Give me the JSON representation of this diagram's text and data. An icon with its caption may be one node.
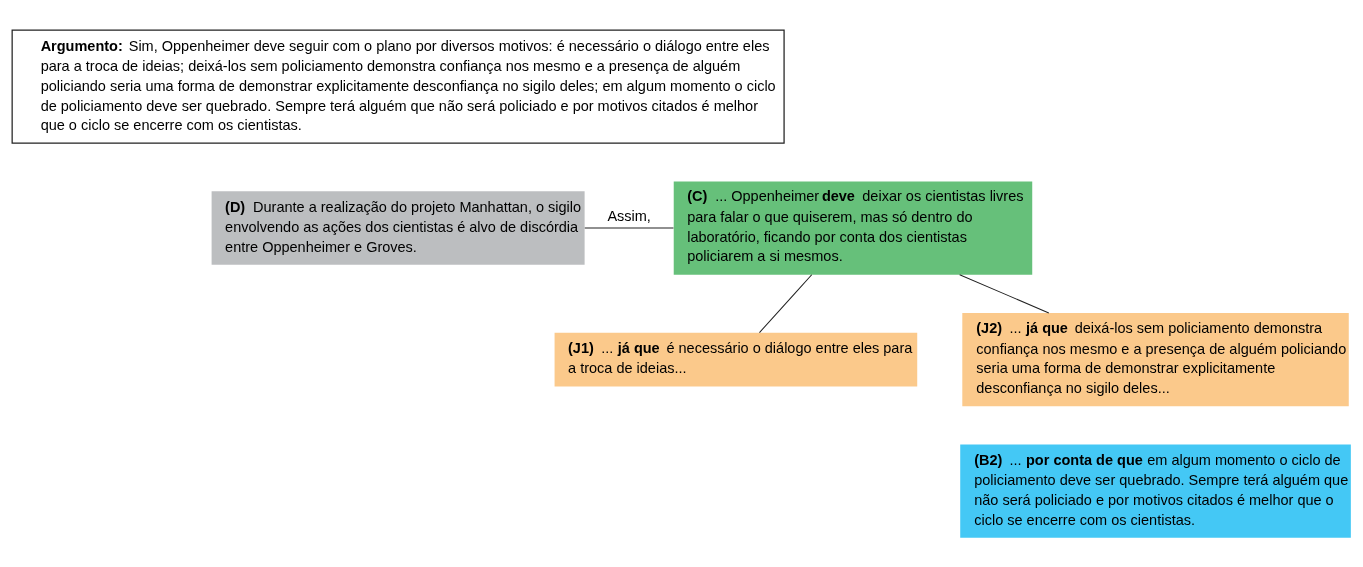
{
  "diagram": {
    "nodes": [
      {
        "text": [
          "**Argumento:** Sim, Oppenheimer deve seguir com o plano por diversos motivos: é necessário o diálogo entre eles para a troca de ideias; deixá-los sem policiamento demonstra confiança nos mesmo e a presença de alguém policiando seria uma forma de demonstrar explicitamente desconfiança no sigilo deles; em algum momento o ciclo de policiamento deve ser quebrado. Sempre terá alguém que não será policiado e por motivos citados é melhor que o ciclo se encerre com os cientistas."
        ]
      },
      {
        "text": [
          "**(D)** Durante a realização do projeto Manhattan, o sigilo envolvendo as ações dos cientistas é alvo de discórdia entre Oppenheimer e Groves."
        ]
      },
      {
        "text": [
          "**(C)** ... Oppenheimer **deve** deixar os cientistas livres para falar o que quiserem, mas só dentro do laboratório, ficando por conta dos cientistas policiarem a si mesmos."
        ]
      },
      {
        "text": [
          "**(J1)** ... **já que** é necessário o diálogo entre eles para a troca de ideias..."
        ]
      },
      {
        "text": [
          "**(J2)** ... **já que** deixá-los sem policiamento demonstra confiança nos mesmo e a presença de alguém policiando seria uma forma de demonstrar explicitamente desconfiança no sigilo deles..."
        ]
      },
      {
        "text": [
          "**(B2)** ... **por conta de que** em algum momento o ciclo de policiamento deve ser quebrado. Sempre terá alguém que não será policiado e por motivos citados é melhor que o ciclo se encerre com os cientistas."
        ]
      }
    ],
    "edges": [
      {
        "from": 1,
        "to": 2,
        "arrow": "none",
        "label": "Assim,"
      },
      {
        "from": 2,
        "to": 3,
        "arrow": "none"
      },
      {
        "from": 2,
        "to": 4,
        "arrow": "none"
      }
    ]
  }
}
